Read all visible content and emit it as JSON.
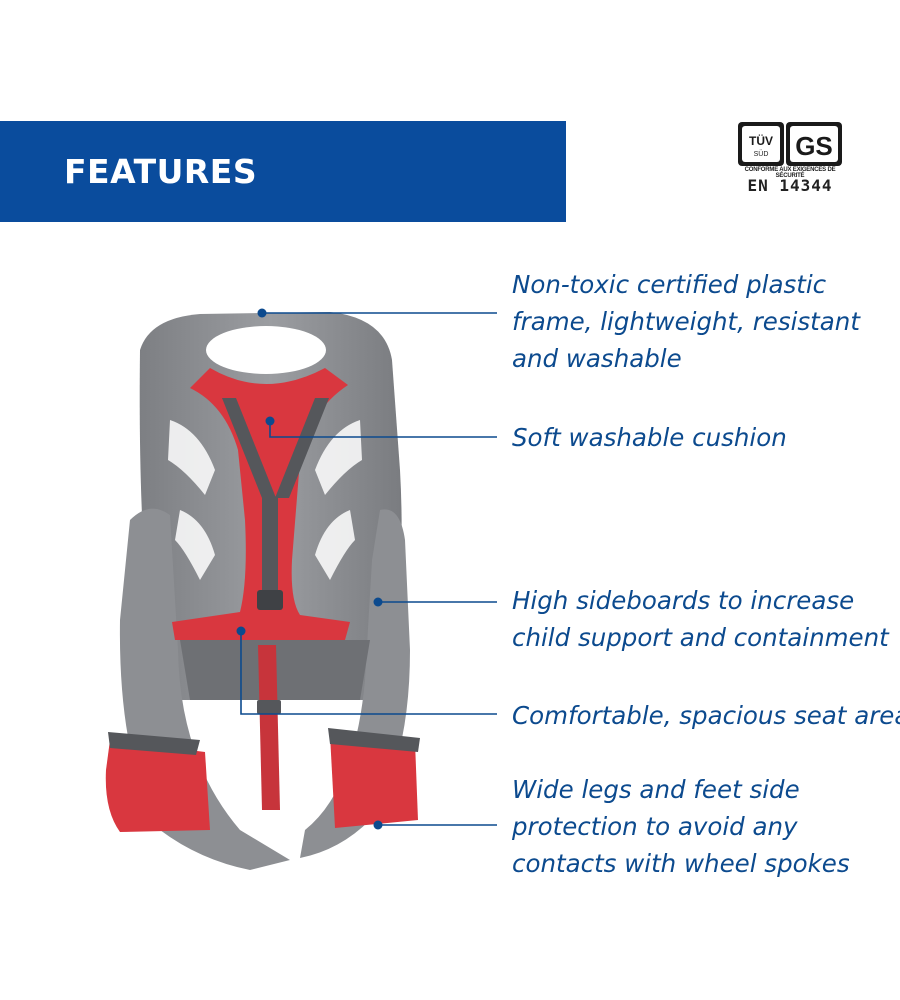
{
  "banner": {
    "title": "FEATURES",
    "color": "#0a4c9d"
  },
  "certification": {
    "tuv_label": "TÜV",
    "tuv_sub": "SÜD",
    "gs_label": "GS",
    "conformity": "CONFORME AUX EXIGENCES DE SÉCURITÉ",
    "standard": "EN 14344"
  },
  "features": [
    {
      "lines": [
        "Non-toxic certified plastic",
        "frame, lightweight, resistant",
        "and washable"
      ]
    },
    {
      "lines": [
        "Soft washable cushion"
      ]
    },
    {
      "lines": [
        "High sideboards to increase",
        "child support and containment"
      ]
    },
    {
      "lines": [
        "Comfortable, spacious seat area"
      ]
    },
    {
      "lines": [
        "Wide legs and feet side",
        "protection to avoid any",
        "contacts with wheel spokes"
      ]
    }
  ],
  "colors": {
    "text": "#0c4a8e",
    "leader_line": "#0c4a8e",
    "seat_shell": "#8a8c90",
    "cushion": "#d9373f"
  }
}
